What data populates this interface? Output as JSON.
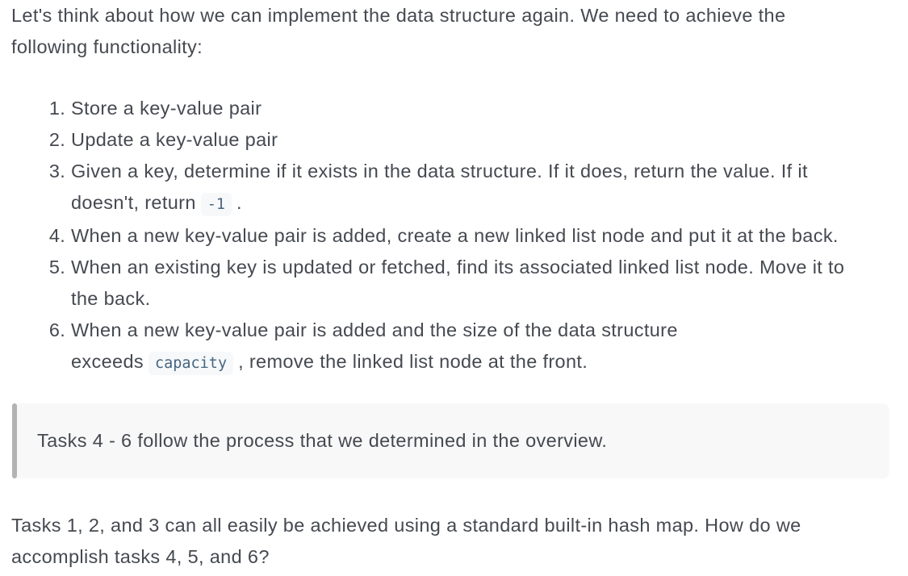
{
  "colors": {
    "page_bg": "#ffffff",
    "text": "#454950",
    "code_text": "#476582",
    "code_bg": "#f6f8fa",
    "quote_bg": "#f8f8f8",
    "quote_bar": "#b3b3b3"
  },
  "document": {
    "intro": "Let's think about how we can implement the data structure again. We need to achieve the following functionality:",
    "list": {
      "items": [
        {
          "segments": [
            {
              "type": "text",
              "value": "Store a key-value pair"
            }
          ]
        },
        {
          "segments": [
            {
              "type": "text",
              "value": "Update a key-value pair"
            }
          ]
        },
        {
          "segments": [
            {
              "type": "text",
              "value": "Given a key, determine if it exists in the data structure. If it does, return the value. If it doesn't, return"
            },
            {
              "type": "code",
              "value": "-1"
            },
            {
              "type": "text",
              "value": "."
            }
          ]
        },
        {
          "segments": [
            {
              "type": "text",
              "value": "When a new key-value pair is added, create a new linked list node and put it at the back."
            }
          ]
        },
        {
          "segments": [
            {
              "type": "text",
              "value": "When an existing key is updated or fetched, find its associated linked list node. Move it to the back."
            }
          ]
        },
        {
          "segments": [
            {
              "type": "text",
              "value": "When a new key-value pair is added and the size of the data structure exceeds"
            },
            {
              "type": "code",
              "value": "capacity"
            },
            {
              "type": "text",
              "value": ", remove the linked list node at the front."
            }
          ]
        }
      ]
    },
    "blockquote": "Tasks 4 - 6 follow the process that we determined in the overview.",
    "closing": "Tasks 1, 2, and 3 can all easily be achieved using a standard built-in hash map. How do we accomplish tasks 4, 5, and 6?"
  }
}
